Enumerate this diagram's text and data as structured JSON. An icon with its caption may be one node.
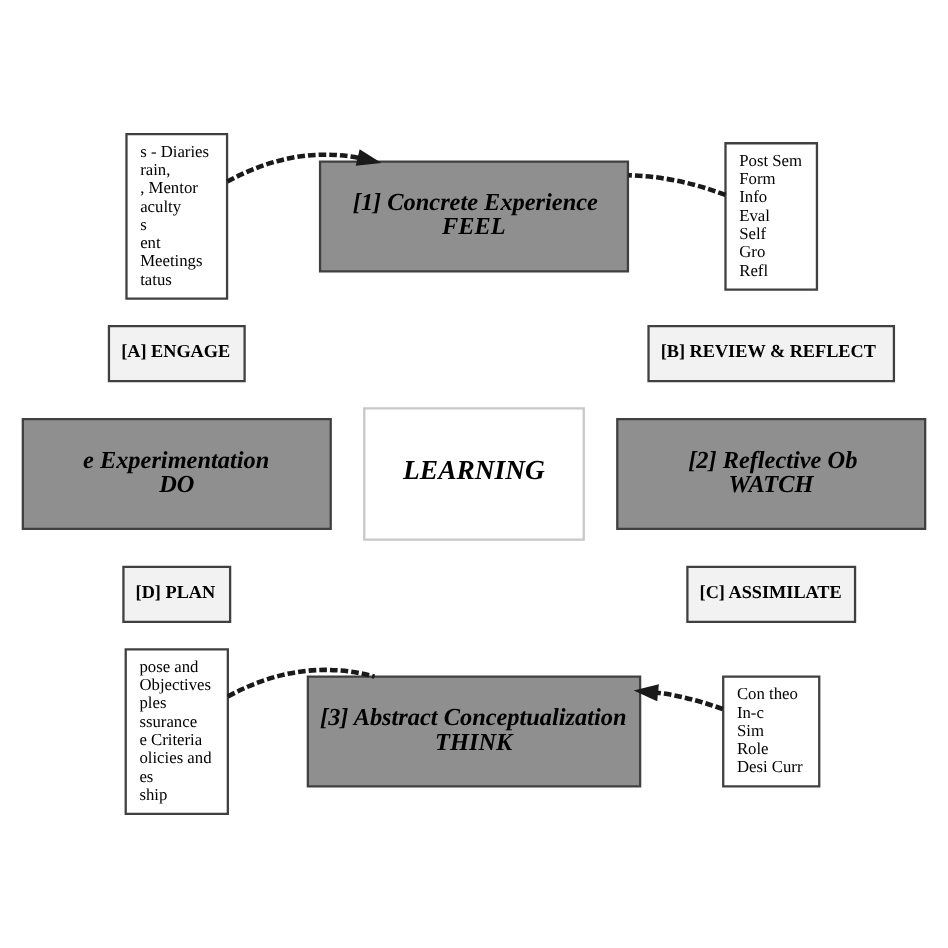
{
  "diagram": {
    "nodes": [
      {
        "text": [
          "s - Diaries",
          "rain,",
          ", Mentor",
          "aculty",
          "s",
          "ent",
          "Meetings",
          "tatus"
        ]
      },
      {
        "text": [
          "[1] Concrete Experience",
          "FEEL"
        ]
      },
      {
        "text": [
          "Post Sem",
          "Form",
          "Info",
          "Eval",
          "Self",
          "Gro",
          "Refl"
        ]
      },
      {
        "text": [
          "[A] ENGAGE"
        ]
      },
      {
        "text": [
          "[B] REVIEW & REFLECT"
        ]
      },
      {
        "text": [
          "e Experimentation",
          "DO"
        ]
      },
      {
        "text": [
          "LEARNING"
        ]
      },
      {
        "text": [
          "[2] Reflective Ob",
          "WATCH"
        ]
      },
      {
        "text": [
          "[D] PLAN"
        ]
      },
      {
        "text": [
          "[C] ASSIMILATE"
        ]
      },
      {
        "text": [
          "pose and",
          "Objectives",
          "ples",
          "ssurance",
          "e Criteria",
          "olicies and",
          "es",
          "ship"
        ]
      },
      {
        "text": [
          "[3] Abstract Conceptualization",
          "THINK"
        ]
      },
      {
        "text": [
          "Con theo",
          "In-c",
          "Sim",
          "Role",
          "Desi Curr"
        ]
      }
    ],
    "edges": [
      {
        "from": 0,
        "to": 1,
        "arrow": "to",
        "style": "dashed"
      },
      {
        "from": 2,
        "to": 1,
        "arrow": "none",
        "style": "dashed"
      },
      {
        "from": 12,
        "to": 11,
        "arrow": "to",
        "style": "dashed"
      },
      {
        "from": 10,
        "to": 11,
        "arrow": "none",
        "style": "dashed"
      }
    ]
  }
}
